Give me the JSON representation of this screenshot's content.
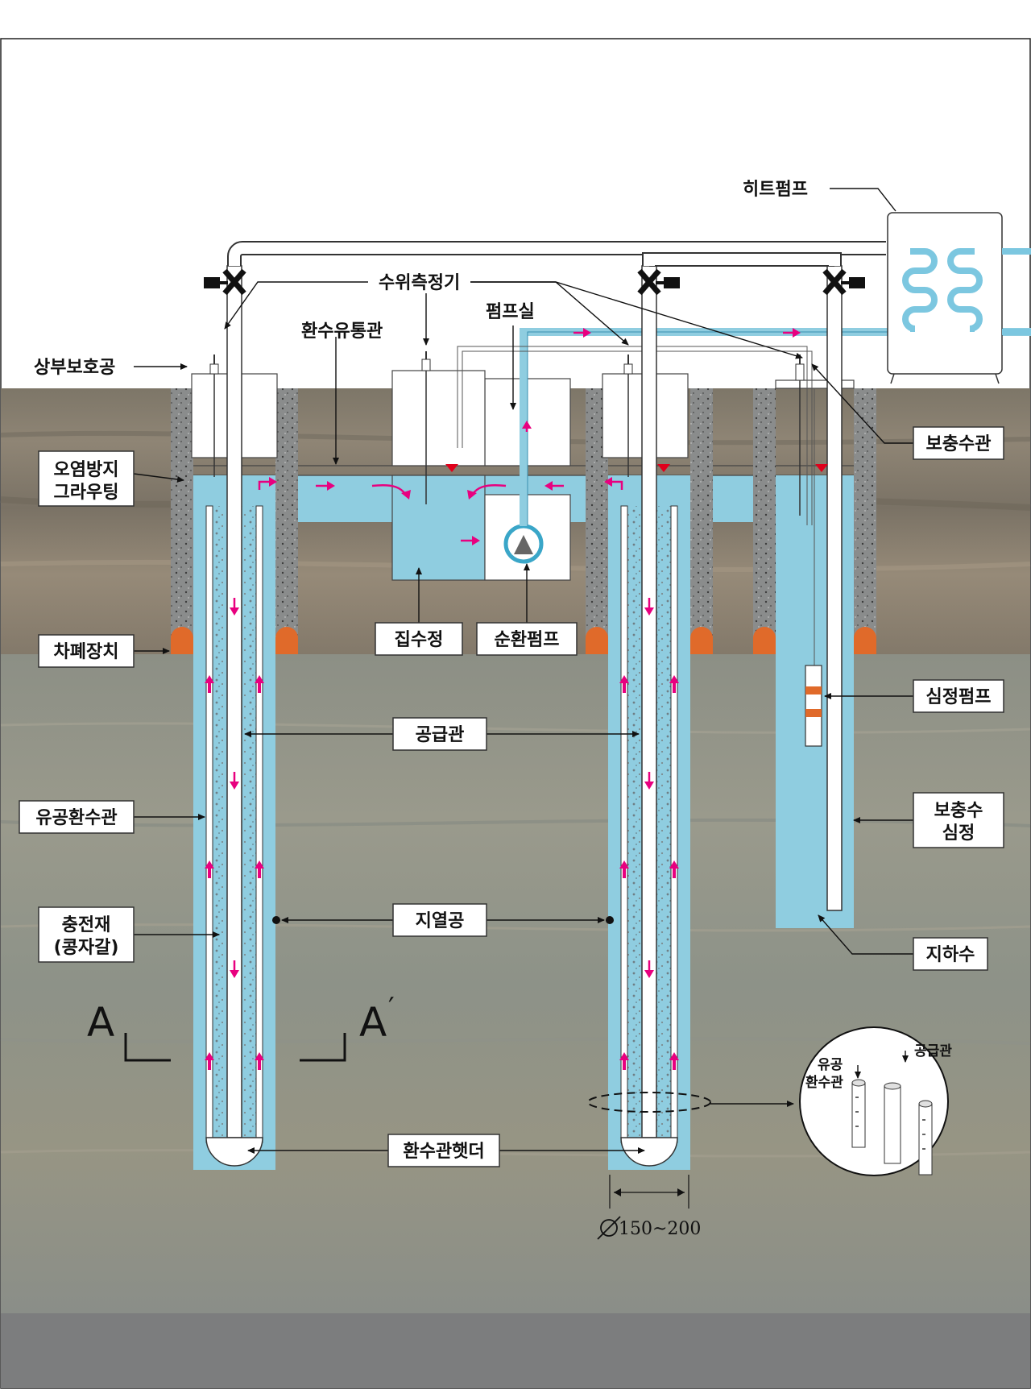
{
  "labels": {
    "heat_pump": "히트펌프",
    "water_level_gauge": "수위측정기",
    "pump_room": "펌프실",
    "return_channel": "환수유통관",
    "top_protection": "상부보호공",
    "grouting_1": "오염방지",
    "grouting_2": "그라우팅",
    "refill_pipe": "보충수관",
    "sump": "집수정",
    "circulation_pump": "순환펌프",
    "shield_device": "차폐장치",
    "deep_well_pump": "심정펌프",
    "supply_pipe": "공급관",
    "perforated_return_pipe": "유공환수관",
    "refill_well_1": "보충수",
    "refill_well_2": "심정",
    "filler_1": "충전재",
    "filler_2": "(콩자갈)",
    "geothermal_hole": "지열공",
    "groundwater": "지하수",
    "section_a": "A",
    "section_a_prime": "A",
    "prime_mark": "′",
    "return_header": "환수관햇더",
    "diameter": "150~200",
    "detail_supply": "공급관",
    "detail_return_1": "유공",
    "detail_return_2": "환수관"
  },
  "colors": {
    "water": "#8fcde0",
    "flow_arrow": "#e8007f",
    "shield": "#e06a2a",
    "water_marker": "#e0001b",
    "heat_pump_coil": "#7cc7e0"
  }
}
